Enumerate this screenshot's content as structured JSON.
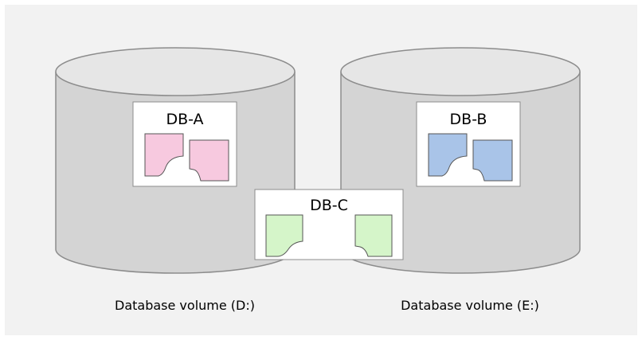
{
  "colors": {
    "background": "#f2f2f2",
    "cylinder_fill": "#d4d4d4",
    "cylinder_stroke": "#8c8c8c",
    "box_fill": "#ffffff",
    "box_stroke": "#8c8c8c",
    "db_a_doc": "#f7c9df",
    "db_b_doc": "#a9c4e8",
    "db_c_doc": "#d5f5c9",
    "doc_stroke": "#555555"
  },
  "volumes": {
    "d_label": "Database volume (D:)",
    "e_label": "Database volume (E:)"
  },
  "databases": {
    "a_name": "DB-A",
    "b_name": "DB-B",
    "c_name": "DB-C"
  },
  "icons": {
    "disk": "database-cylinder",
    "file": "document-page"
  }
}
